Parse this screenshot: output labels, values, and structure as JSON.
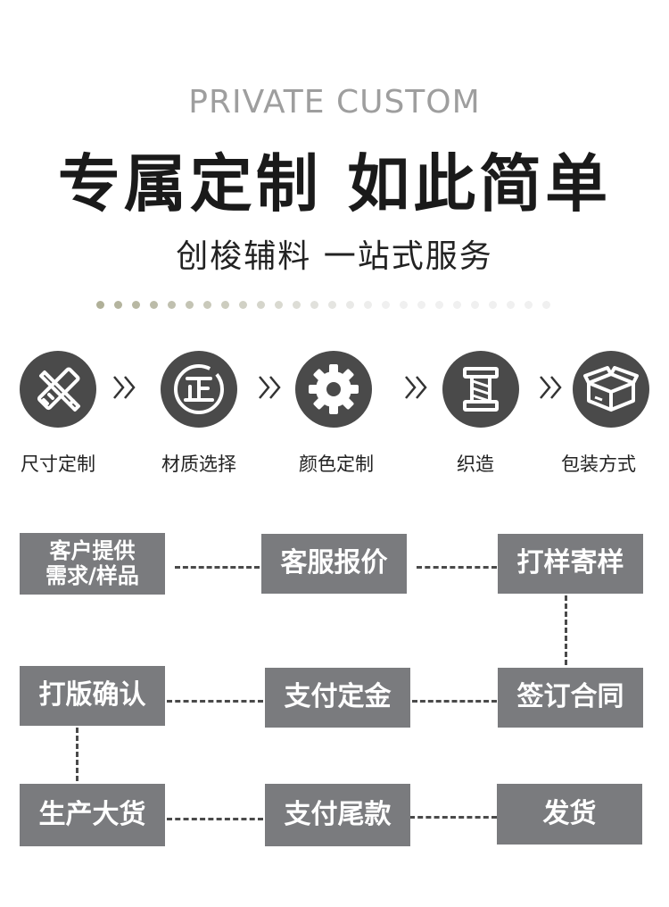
{
  "header": {
    "en_title": "PRIVATE CUSTOM",
    "main_title": "专属定制 如此简单",
    "sub_title": "创梭辅料 一站式服务"
  },
  "steps": [
    {
      "label": "尺寸定制",
      "icon": "pencil-ruler-icon"
    },
    {
      "label": "材质选择",
      "icon": "zheng-badge-icon"
    },
    {
      "label": "颜色定制",
      "icon": "gear-icon"
    },
    {
      "label": "织造",
      "icon": "thread-spool-icon"
    },
    {
      "label": "包装方式",
      "icon": "package-box-icon"
    }
  ],
  "flow": {
    "row1": [
      "客户提供\n需求/样品",
      "客服报价",
      "打样寄样"
    ],
    "row2": [
      "打版确认",
      "支付定金",
      "签订合同"
    ],
    "row3": [
      "生产大货",
      "支付尾款",
      "发货"
    ]
  },
  "colors": {
    "icon_bg": "#4a4a4a",
    "box_bg": "#7a7b7e",
    "dot_dark": "#b3b39a",
    "dot_light": "#ececec"
  }
}
